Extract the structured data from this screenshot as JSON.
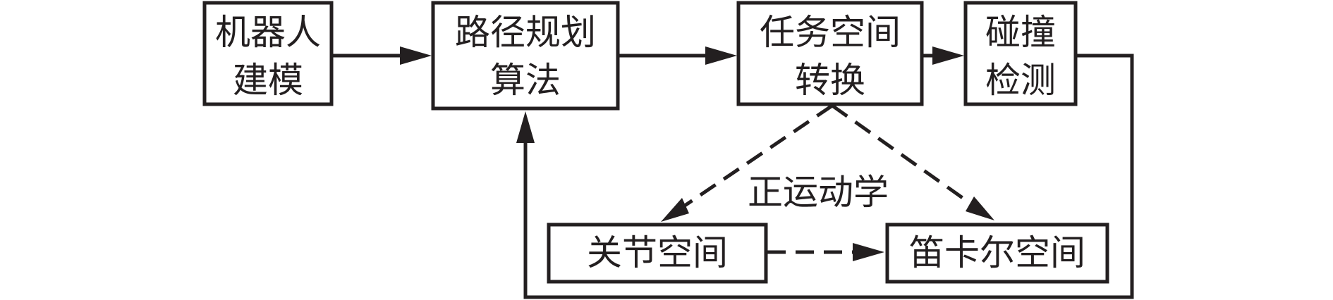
{
  "diagram": {
    "nodes": {
      "robot_modeling": {
        "line1": "机器人",
        "line2": "建模"
      },
      "path_planning": {
        "line1": "路径规划",
        "line2": "算法"
      },
      "task_space_transform": {
        "line1": "任务空间",
        "line2": "转换"
      },
      "collision_detection": {
        "line1": "碰撞",
        "line2": "检测"
      },
      "joint_space": {
        "label": "关节空间"
      },
      "cartesian_space": {
        "label": "笛卡尔空间"
      }
    },
    "edges": {
      "forward_kinematics_label": "正运动学"
    },
    "colors": {
      "stroke": "#231f20",
      "background": "#ffffff"
    }
  }
}
